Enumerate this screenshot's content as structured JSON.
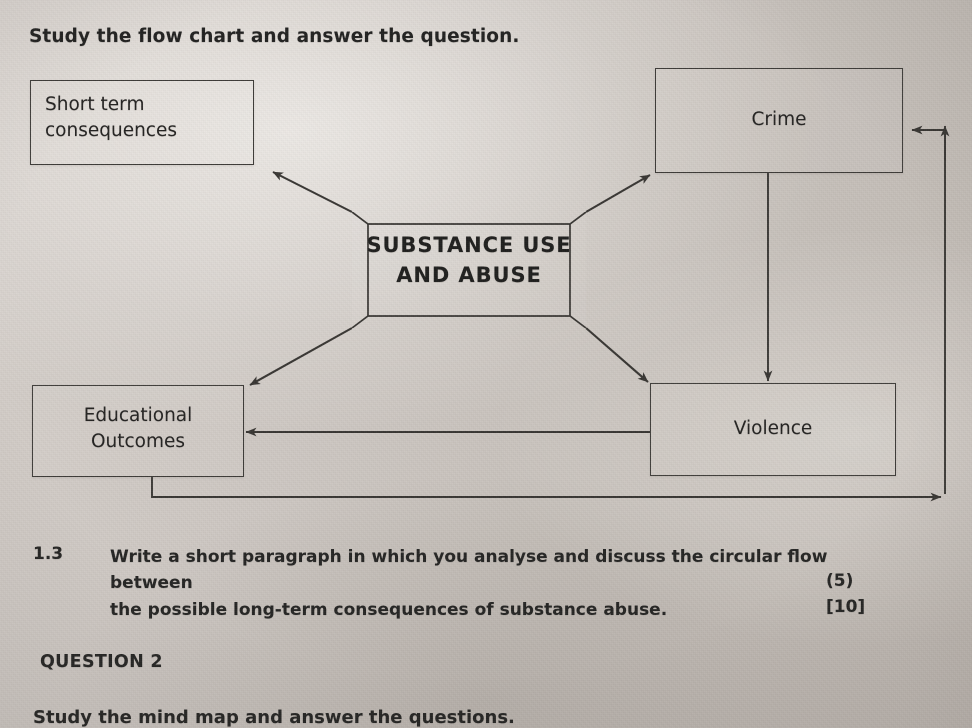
{
  "page": {
    "prompt_top": "Study the flow chart and answer the question."
  },
  "flowchart": {
    "nodes": {
      "short_term": "Short term\nconsequences",
      "crime": "Crime",
      "centre": "SUBSTANCE USE\nAND ABUSE",
      "educational": "Educational\nOutcomes",
      "violence": "Violence"
    },
    "edges": [
      {
        "from": "centre",
        "to": "short_term",
        "style": "diagonal-arrow"
      },
      {
        "from": "centre",
        "to": "crime",
        "style": "diagonal-arrow"
      },
      {
        "from": "centre",
        "to": "educational",
        "style": "diagonal-arrow"
      },
      {
        "from": "centre",
        "to": "violence",
        "style": "diagonal-arrow"
      },
      {
        "from": "crime",
        "to": "violence",
        "style": "vertical-arrow"
      },
      {
        "from": "violence",
        "to": "educational",
        "style": "horizontal-arrow"
      },
      {
        "from": "educational",
        "to": "crime",
        "style": "elbow-return-arrow"
      }
    ]
  },
  "question_1_3": {
    "number": "1.3",
    "text": "Write a short paragraph in which you analyse and discuss the circular flow between\nthe possible long-term consequences of substance abuse.",
    "marks": "(5)",
    "total": "[10]"
  },
  "question_2": {
    "heading": "QUESTION 2",
    "prompt": "Study the mind map and answer the questions."
  },
  "colors": {
    "ink": "#20201f",
    "rule": "#3a3835",
    "paper": "#cbc5c0"
  }
}
